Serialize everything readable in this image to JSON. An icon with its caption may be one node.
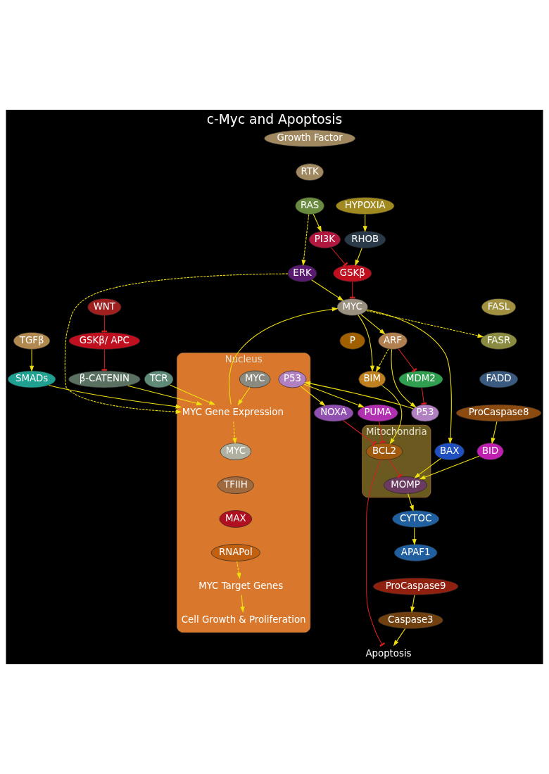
{
  "diagram": {
    "title": "c-Myc and Apoptosis",
    "nodes": [
      {
        "text": [
          "WNT"
        ]
      },
      {
        "text": [
          "TCR"
        ]
      },
      {
        "text": [
          "TGFβ"
        ]
      },
      {
        "text": [
          "Growth Factor"
        ]
      },
      {
        "text": [
          "RTK"
        ]
      },
      {
        "text": [
          "RAS"
        ]
      },
      {
        "text": [
          "FASL"
        ]
      },
      {
        "text": [
          "FASR"
        ]
      },
      {
        "text": [
          "HYPOXIA"
        ]
      },
      {
        "text": [
          "FADD"
        ]
      },
      {
        "text": [
          "ProCaspase8"
        ]
      },
      {
        "text": [
          "BID"
        ]
      },
      {
        "text": [
          "PI3K"
        ]
      },
      {
        "text": [
          "RHOB"
        ]
      },
      {
        "text": [
          "BAX"
        ]
      },
      {
        "text": [
          "GSKβ"
        ]
      },
      {
        "text": [
          "SMADs"
        ]
      },
      {
        "text": [
          "Mitochondria"
        ]
      },
      {
        "text": [
          "BCL2"
        ],
        "in": 17
      },
      {
        "text": [
          "MOMP"
        ],
        "in": 17
      },
      {
        "text": [
          "BIM"
        ]
      },
      {
        "text": [
          "ERK"
        ]
      },
      {
        "text": [
          "GSKβ/ APC"
        ]
      },
      {
        "text": [
          "MYC"
        ]
      },
      {
        "text": [
          "P"
        ]
      },
      {
        "text": [
          "ARF"
        ]
      },
      {
        "text": [
          "CYTOC"
        ]
      },
      {
        "text": [
          "APAF1"
        ]
      },
      {
        "text": [
          "ProCaspase9"
        ]
      },
      {
        "text": [
          "PUMA"
        ]
      },
      {
        "text": [
          "MDM2"
        ]
      },
      {
        "text": [
          "P53"
        ]
      },
      {
        "text": [
          "β-CATENIN"
        ]
      },
      {
        "text": [
          "NOXA"
        ]
      },
      {
        "text": [
          "Caspase3"
        ]
      },
      {
        "text": [
          "Apoptosis"
        ]
      },
      {
        "text": [
          "Nucleus"
        ]
      },
      {
        "text": [
          "MYC Gene Expression"
        ],
        "in": 36
      },
      {
        "text": [
          "P53"
        ],
        "in": 36
      },
      {
        "text": [
          "MYC"
        ],
        "in": 36
      },
      {
        "text": [
          "MYC Target Genes"
        ],
        "in": 36
      },
      {
        "text": [
          "Cell Growth & Proliferation"
        ],
        "in": 36
      },
      {
        "text": [
          "MYC"
        ],
        "in": 36
      },
      {
        "text": [
          "RNAPol"
        ],
        "in": 36
      },
      {
        "text": [
          "TFIIH"
        ],
        "in": 36
      },
      {
        "text": [
          "MAX"
        ],
        "in": 36
      }
    ],
    "edges": [
      {
        "from": 0,
        "to": 22,
        "arrow": "other",
        "color": "#d42020"
      },
      {
        "from": 22,
        "to": 32,
        "arrow": "other",
        "color": "#d42020"
      },
      {
        "from": 32,
        "to": 37,
        "arrow": "to"
      },
      {
        "from": 1,
        "to": 37,
        "arrow": "to"
      },
      {
        "from": 2,
        "to": 16,
        "arrow": "to"
      },
      {
        "from": 16,
        "to": 37,
        "arrow": "to"
      },
      {
        "from": 5,
        "to": 21,
        "arrow": "to",
        "style": "dashed"
      },
      {
        "from": 21,
        "to": 37,
        "arrow": "to",
        "style": "dashed"
      },
      {
        "from": 21,
        "to": 23,
        "arrow": "to"
      },
      {
        "from": 5,
        "to": 12,
        "arrow": "to"
      },
      {
        "from": 12,
        "to": 15,
        "arrow": "other",
        "color": "#d42020"
      },
      {
        "from": 8,
        "to": 13,
        "arrow": "to"
      },
      {
        "from": 13,
        "to": 15,
        "arrow": "to"
      },
      {
        "from": 15,
        "to": 23,
        "arrow": "other",
        "color": "#d42020"
      },
      {
        "from": 23,
        "to": 7,
        "arrow": "to",
        "style": "dashed"
      },
      {
        "from": 23,
        "to": 14,
        "arrow": "to"
      },
      {
        "from": 23,
        "to": 20,
        "arrow": "to"
      },
      {
        "from": 23,
        "to": 25,
        "arrow": "to"
      },
      {
        "from": 25,
        "to": 20,
        "arrow": "to",
        "style": "dashed"
      },
      {
        "from": 25,
        "to": 31,
        "arrow": "to"
      },
      {
        "from": 25,
        "to": 30,
        "arrow": "other",
        "color": "#d42020"
      },
      {
        "from": 30,
        "to": 31,
        "arrow": "other",
        "color": "#d42020"
      },
      {
        "from": 31,
        "to": 38,
        "arrow": "to"
      },
      {
        "from": 38,
        "to": 33,
        "arrow": "to"
      },
      {
        "from": 38,
        "to": 29,
        "arrow": "to"
      },
      {
        "from": 33,
        "to": 18,
        "arrow": "other",
        "color": "#d42020"
      },
      {
        "from": 29,
        "to": 18,
        "arrow": "other",
        "color": "#d42020"
      },
      {
        "from": 20,
        "to": 18,
        "arrow": "to"
      },
      {
        "from": 18,
        "to": 19,
        "arrow": "other",
        "color": "#d42020"
      },
      {
        "from": 18,
        "to": 35,
        "arrow": "other",
        "color": "#d42020"
      },
      {
        "from": 10,
        "to": 11,
        "arrow": "to"
      },
      {
        "from": 11,
        "to": 19,
        "arrow": "to"
      },
      {
        "from": 14,
        "to": 19,
        "arrow": "to"
      },
      {
        "from": 19,
        "to": 26,
        "arrow": "to"
      },
      {
        "from": 26,
        "to": 27,
        "arrow": "to"
      },
      {
        "from": 28,
        "to": 34,
        "arrow": "to"
      },
      {
        "from": 34,
        "to": 35,
        "arrow": "to"
      },
      {
        "from": 39,
        "to": 37,
        "arrow": "to"
      },
      {
        "from": 37,
        "to": 23,
        "arrow": "to"
      },
      {
        "from": 37,
        "to": 42,
        "arrow": "to",
        "style": "dashed"
      },
      {
        "from": 43,
        "to": 40,
        "arrow": "to",
        "style": "dashed"
      },
      {
        "from": 40,
        "to": 41,
        "arrow": "to"
      }
    ]
  }
}
